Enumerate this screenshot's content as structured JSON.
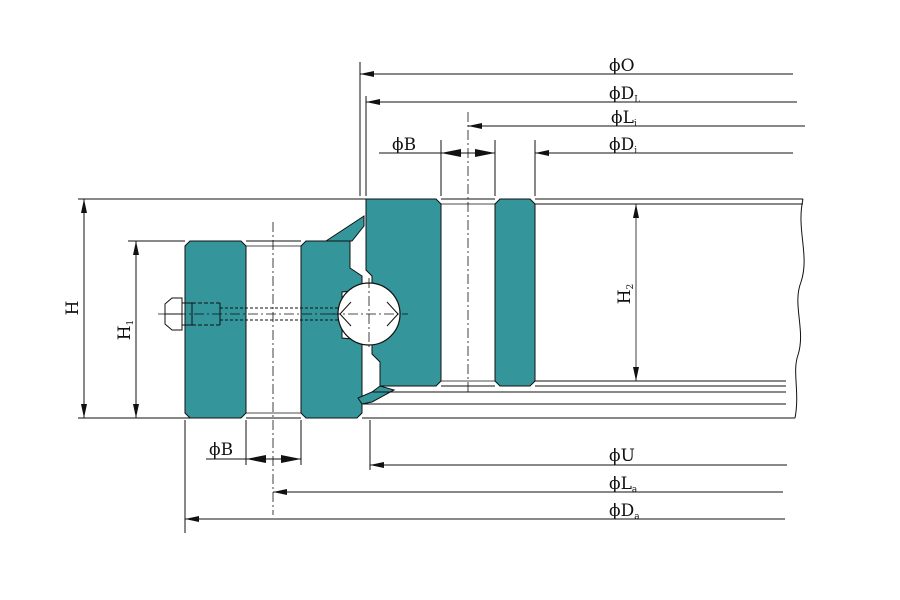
{
  "diagram": {
    "colors": {
      "ring_fill": "#34959a",
      "line": "#111111",
      "background": "#ffffff"
    },
    "labels": {
      "phi_o": {
        "main": "ϕO",
        "sub": ""
      },
      "phi_dl": {
        "main": "ϕD",
        "sub": "L"
      },
      "phi_li": {
        "main": "ϕL",
        "sub": "i"
      },
      "phi_b_top": {
        "main": "ϕB",
        "sub": ""
      },
      "phi_di": {
        "main": "ϕD",
        "sub": "i"
      },
      "h": {
        "main": "H",
        "sub": ""
      },
      "h1": {
        "main": "H",
        "sub": "1"
      },
      "h2": {
        "main": "H",
        "sub": "2"
      },
      "phi_b_bottom": {
        "main": "ϕB",
        "sub": ""
      },
      "phi_u": {
        "main": "ϕU",
        "sub": ""
      },
      "phi_la": {
        "main": "ϕL",
        "sub": "a"
      },
      "phi_da": {
        "main": "ϕD",
        "sub": "a"
      }
    }
  }
}
